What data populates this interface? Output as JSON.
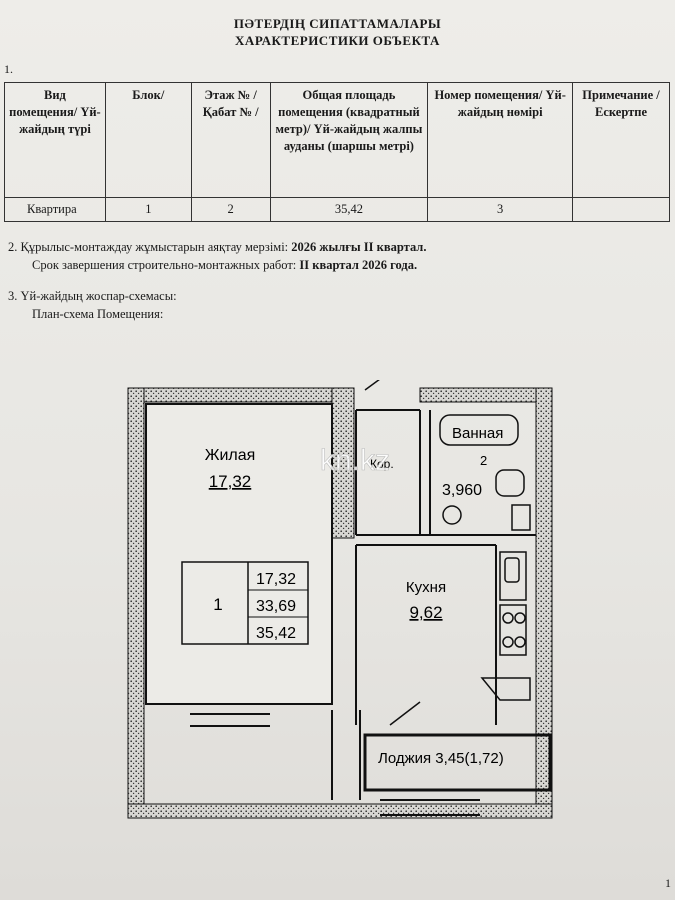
{
  "header": {
    "title_kz": "ПӘТЕРДІҢ СИПАТТАМАЛАРЫ",
    "title_ru": "ХАРАКТЕРИСТИКИ ОБЪЕКТА"
  },
  "section1": {
    "number": "1.",
    "columns": [
      "Вид помещения/ Үй-жайдың түрі",
      "Блок/",
      "Этаж № / Қабат № /",
      "Общая площадь помещения (квадратный метр)/ Үй-жайдың жалпы ауданы (шаршы метрі)",
      "Номер помещения/ Үй-жайдың нөмірі",
      "Примечание / Ескертпе"
    ],
    "row": [
      "Квартира",
      "1",
      "2",
      "35,42",
      "3",
      ""
    ]
  },
  "section2": {
    "number": "2.",
    "line_kz_prefix": "Құрылыс-монтаждау жұмыстарын аяқтау мерзімі:",
    "line_kz_value": "2026 жылғы II квартал.",
    "line_ru_prefix": "Срок завершения строительно-монтажных работ:",
    "line_ru_value": "II квартал 2026 года."
  },
  "section3": {
    "number": "3.",
    "line_kz": "Үй-жайдың жоспар-схемасы:",
    "line_ru": "План-схема Помещения:"
  },
  "plan": {
    "room_label": "Жилая",
    "room_area": "17,32",
    "bath_label": "Ванная",
    "bath_area": "3,960",
    "bath_extra": "2",
    "hall_label": "Кор.",
    "kitchen_label": "Кухня",
    "kitchen_area": "9,62",
    "loggia_label": "Лоджия 3,45(1,72)",
    "summary_num": "1",
    "summary_values": [
      "17,32",
      "33,69",
      "35,42"
    ],
    "watermark": "kn.kz"
  },
  "page_number": "1"
}
